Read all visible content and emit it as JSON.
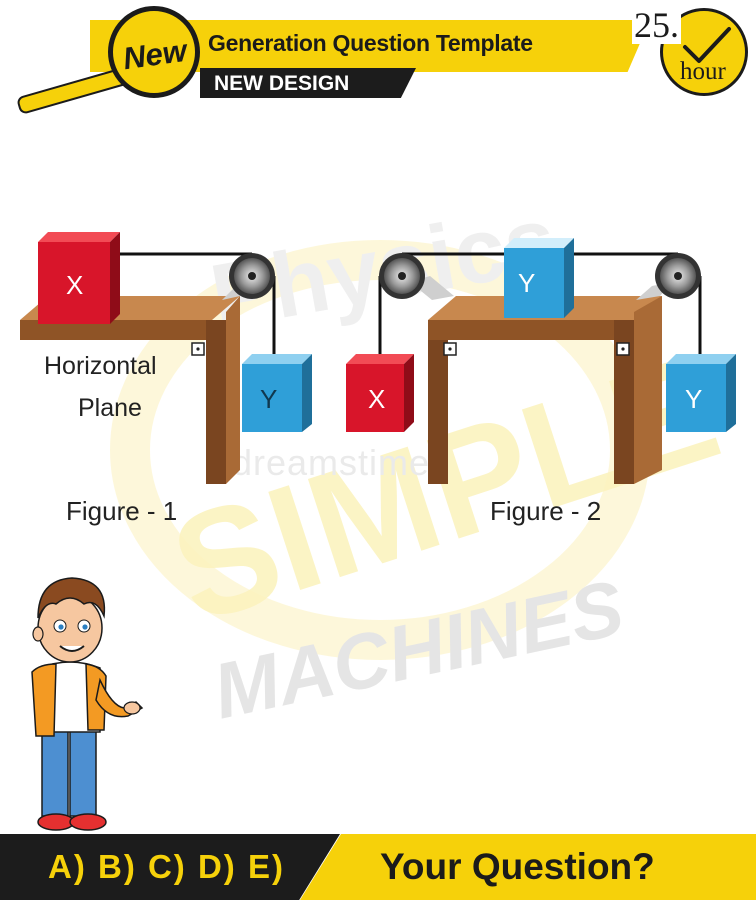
{
  "header": {
    "badge": "New",
    "title": "Generation Question Template",
    "tag": "NEW DESIGN",
    "timer_number": "25.",
    "timer_unit": "hour"
  },
  "watermark": {
    "top_word": "Physics",
    "middle_word": "SIMPLE",
    "bottom_word": "MACHINES",
    "site": "dreamstime"
  },
  "figure1": {
    "block_on_table": "X",
    "hanging_block": "Y",
    "plane_label_line1": "Horizontal",
    "plane_label_line2": "Plane",
    "caption": "Figure - 1"
  },
  "figure2": {
    "block_on_table": "Y",
    "hanging_left": "X",
    "hanging_right": "Y",
    "caption": "Figure - 2"
  },
  "footer": {
    "options": "A) B) C) D) E)",
    "question": "Your Question?"
  },
  "colors": {
    "accent_yellow": "#f6d10a",
    "block_red": "#d8152a",
    "block_blue": "#2f9fd8",
    "table_brown": "#9a5a2a"
  }
}
